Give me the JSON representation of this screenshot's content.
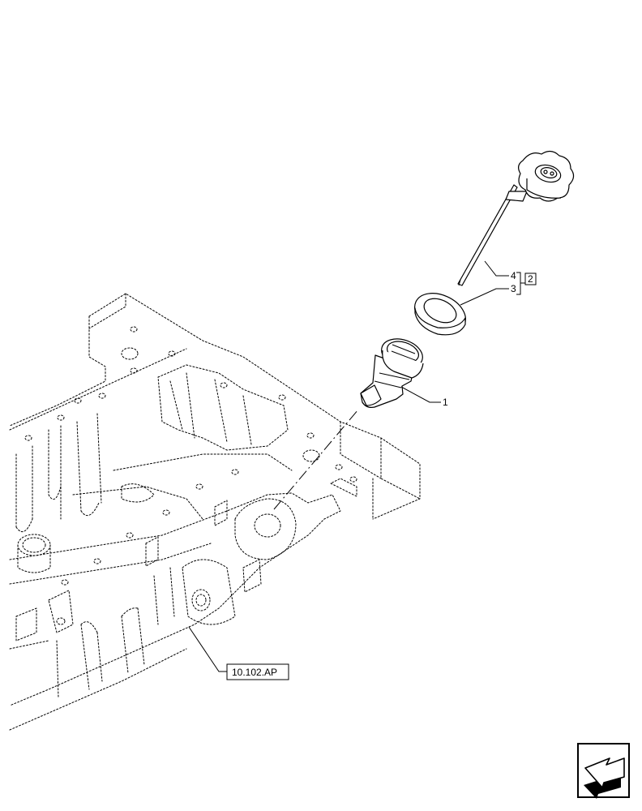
{
  "callouts": {
    "c1": "1",
    "c3": "3",
    "c4": "4",
    "c2": "2"
  },
  "reference": {
    "label": "10.102.AP"
  },
  "icons": {
    "nav": "navigation-arrow-icon"
  }
}
